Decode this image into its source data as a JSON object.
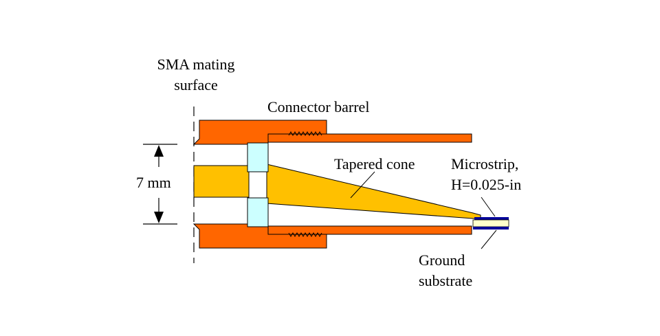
{
  "labels": {
    "sma_line1": "SMA mating",
    "sma_line2": "surface",
    "barrel": "Connector barrel",
    "dimension": "7 mm",
    "cone": "Tapered cone",
    "microstrip_line1": "Microstrip,",
    "microstrip_line2": "H=0.025-in",
    "ground_line1": "Ground",
    "ground_line2": "substrate"
  },
  "colors": {
    "barrel": "#FF6600",
    "cone": "#FFC000",
    "dielectric": "#CCFFFF",
    "substrate": "#FFFFCC",
    "conductor": "#000099",
    "outline": "#000000"
  }
}
